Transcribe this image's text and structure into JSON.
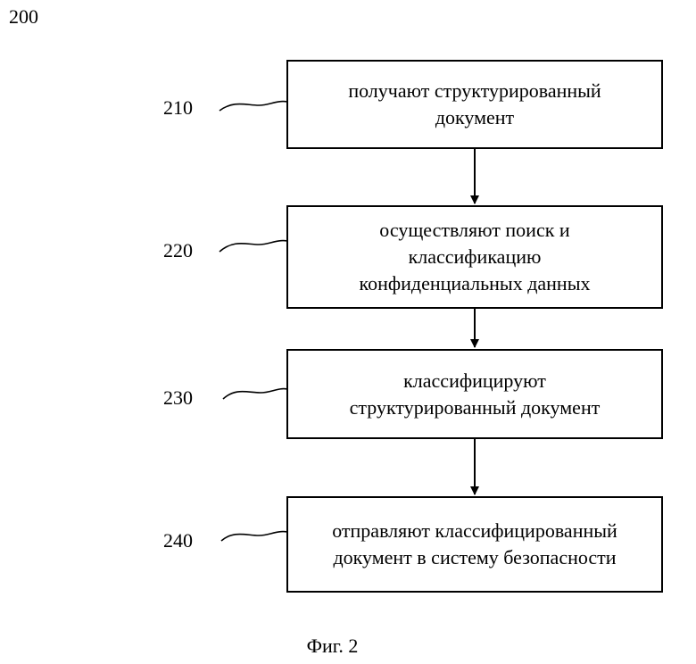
{
  "figure_number": "200",
  "steps": [
    {
      "label": "210",
      "lines": [
        "получают структурированный",
        "документ"
      ]
    },
    {
      "label": "220",
      "lines": [
        "осуществляют поиск и",
        "классификацию",
        "конфиденциальных данных"
      ]
    },
    {
      "label": "230",
      "lines": [
        "классифицируют",
        "структурированный документ"
      ]
    },
    {
      "label": "240",
      "lines": [
        "отправляют классифицированный",
        "документ в систему безопасности"
      ]
    }
  ],
  "caption": "Фиг. 2"
}
